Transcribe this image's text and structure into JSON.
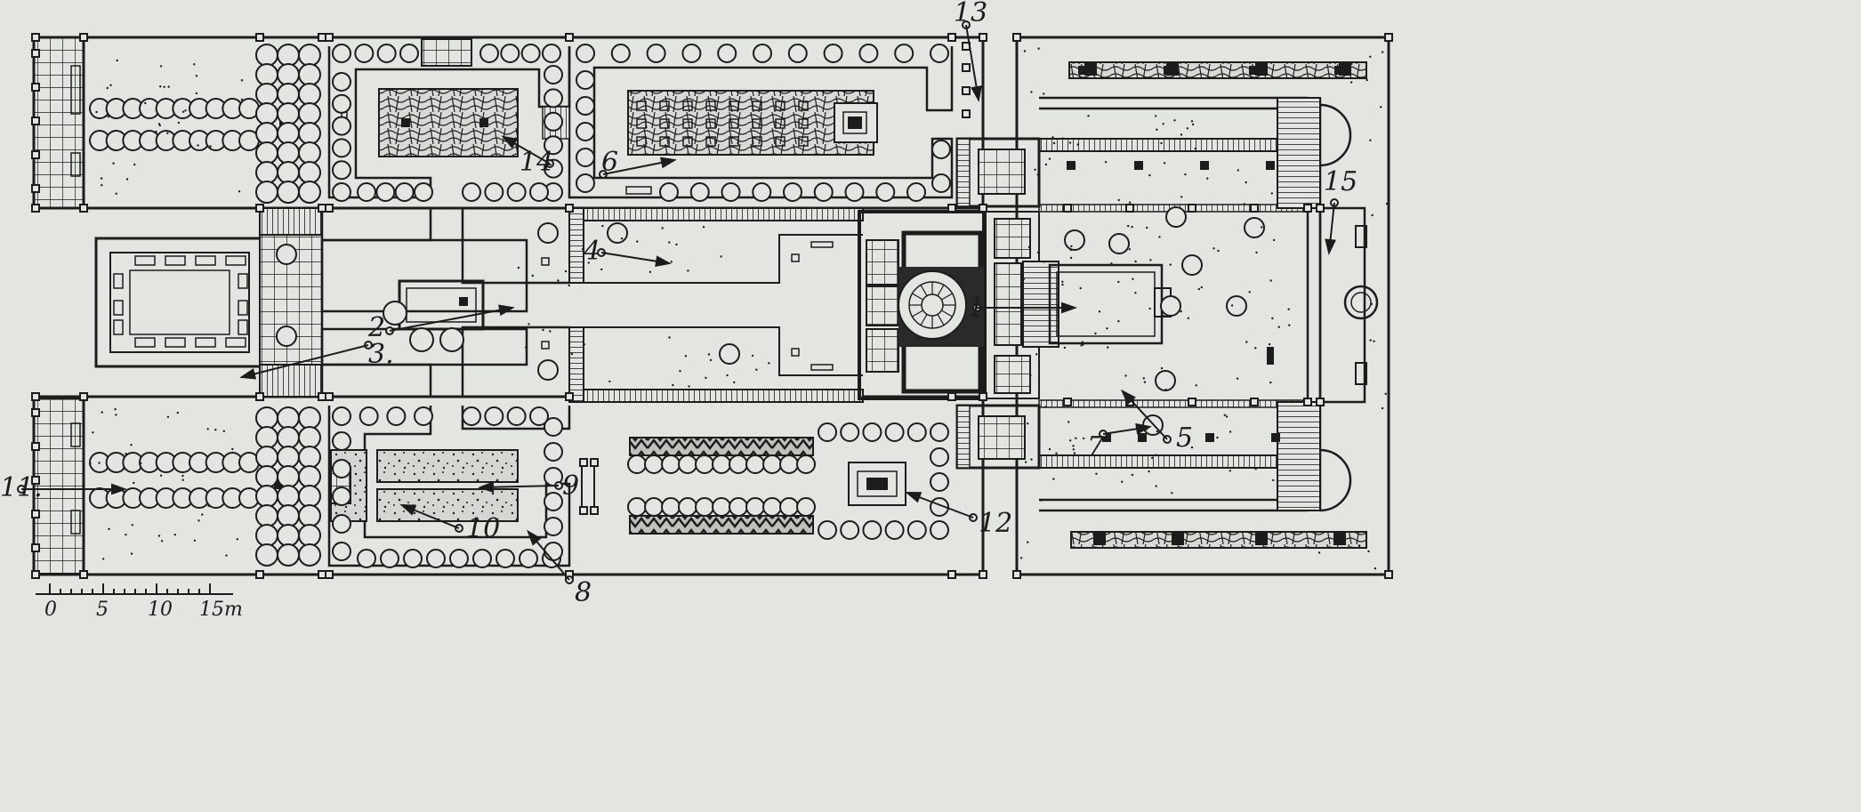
{
  "plan": {
    "labels": [
      {
        "id": "1",
        "text": "1"
      },
      {
        "id": "2",
        "text": "2"
      },
      {
        "id": "3",
        "text": "3."
      },
      {
        "id": "4",
        "text": "4"
      },
      {
        "id": "5",
        "text": "5"
      },
      {
        "id": "6",
        "text": "6"
      },
      {
        "id": "7",
        "text": "7"
      },
      {
        "id": "8",
        "text": "8"
      },
      {
        "id": "9",
        "text": "9"
      },
      {
        "id": "10",
        "text": "10"
      },
      {
        "id": "11",
        "text": "11."
      },
      {
        "id": "12",
        "text": "12"
      },
      {
        "id": "13",
        "text": "13"
      },
      {
        "id": "14",
        "text": "14"
      },
      {
        "id": "15",
        "text": "15"
      }
    ],
    "scale": {
      "ticks": [
        "0",
        "5",
        "10",
        "15m"
      ]
    },
    "colors": {
      "paper": "#e3e5e1",
      "ink": "#1c1c1c",
      "dark_fill": "#2a2a2a"
    }
  }
}
